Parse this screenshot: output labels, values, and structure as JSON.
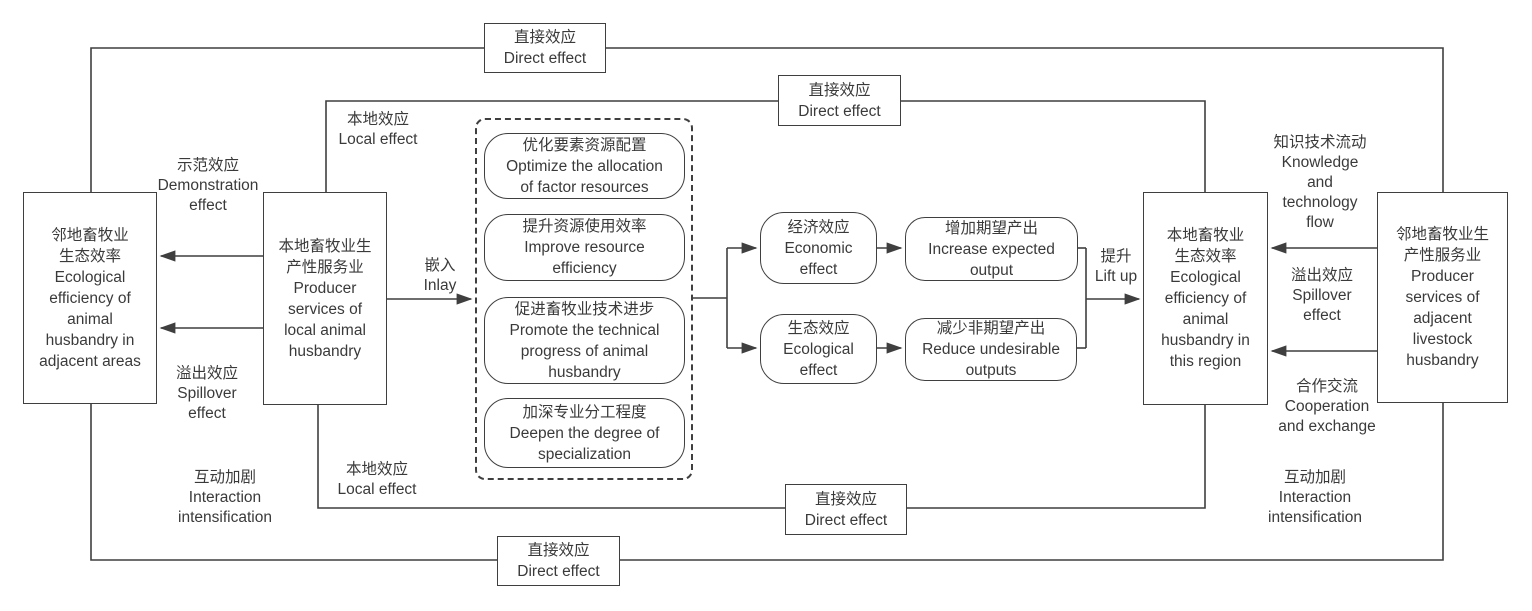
{
  "colors": {
    "line": "#3f3f3f",
    "text": "#3a3a3a",
    "background": "#ffffff"
  },
  "nodes": {
    "adjacent_eco": {
      "text": "邻地畜牧业\n生态效率\nEcological\nefficiency of\nanimal\nhusbandry in\nadjacent areas"
    },
    "local_services": {
      "text": "本地畜牧业生\n产性服务业\nProducer\nservices of\nlocal animal\nhusbandry"
    },
    "local_eco": {
      "text": "本地畜牧业\n生态效率\nEcological\nefficiency of\nanimal\nhusbandry in\nthis region"
    },
    "adjacent_services": {
      "text": "邻地畜牧业生\n产性服务业\nProducer\nservices of\nadjacent\nlivestock\nhusbandry"
    },
    "optimize": {
      "text": "优化要素资源配置\nOptimize the allocation\nof factor resources"
    },
    "improve": {
      "text": "提升资源使用效率\nImprove resource\nefficiency"
    },
    "promote": {
      "text": "促进畜牧业技术进步\nPromote the technical\nprogress of animal\nhusbandry"
    },
    "deepen": {
      "text": "加深专业分工程度\nDeepen the degree of\nspecialization"
    },
    "economic": {
      "text": "经济效应\nEconomic\neffect"
    },
    "ecological": {
      "text": "生态效应\nEcological\neffect"
    },
    "increase_output": {
      "text": "增加期望产出\nIncrease expected\noutput"
    },
    "reduce_output": {
      "text": "减少非期望产出\nReduce undesirable\noutputs"
    }
  },
  "edge_labels": {
    "direct_top_outer": "直接效应\nDirect effect",
    "direct_top_inner": "直接效应\nDirect effect",
    "direct_bottom_inner": "直接效应\nDirect effect",
    "direct_bottom_outer": "直接效应\nDirect effect",
    "demonstration": "示范效应\nDemonstration\neffect",
    "spillover_left": "溢出效应\nSpillover\neffect",
    "interaction_left": "互动加剧\nInteraction\nintensification",
    "local_effect_top": "本地效应\nLocal effect",
    "local_effect_bottom": "本地效应\nLocal effect",
    "inlay": "嵌入\nInlay",
    "lift_up": "提升\nLift up",
    "knowledge_flow": "知识技术流动\nKnowledge\nand\ntechnology\nflow",
    "spillover_right": "溢出效应\nSpillover\neffect",
    "cooperation": "合作交流\nCooperation\nand exchange",
    "interaction_right": "互动加剧\nInteraction\nintensification"
  }
}
